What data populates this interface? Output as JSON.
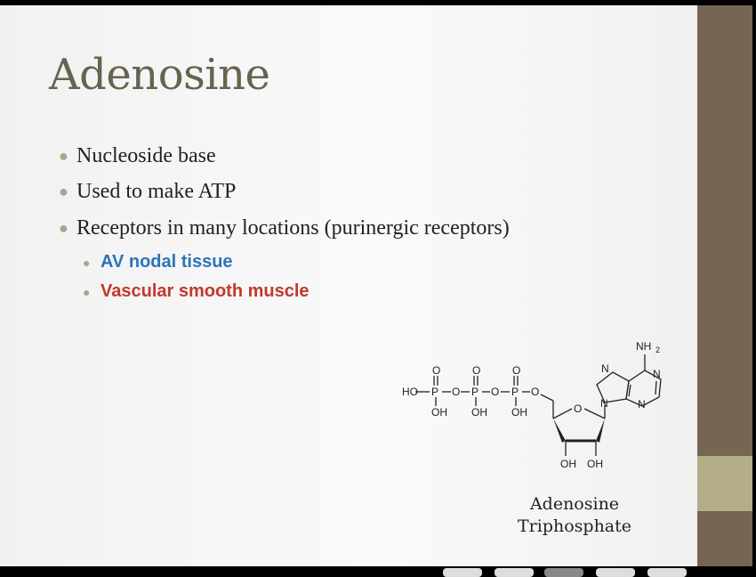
{
  "slide": {
    "title": "Adenosine",
    "bullets": [
      "Nucleoside base",
      "Used to make ATP",
      "Receptors in many locations (purinergic receptors)"
    ],
    "sub_bullets": [
      {
        "text": "AV nodal tissue",
        "color": "#2b74b8"
      },
      {
        "text": "Vascular smooth muscle",
        "color": "#c0392b"
      }
    ],
    "figure": {
      "caption_line1": "Adenosine",
      "caption_line2": "Triphosphate",
      "labels": {
        "ho": "HO",
        "p": "P",
        "o": "O",
        "oh": "OH",
        "n": "N",
        "nh2": "NH",
        "sub2": "2"
      }
    }
  },
  "theme": {
    "accent_bar": "#746652",
    "accent_band": "#b3ae88",
    "title_color": "#66634f"
  }
}
